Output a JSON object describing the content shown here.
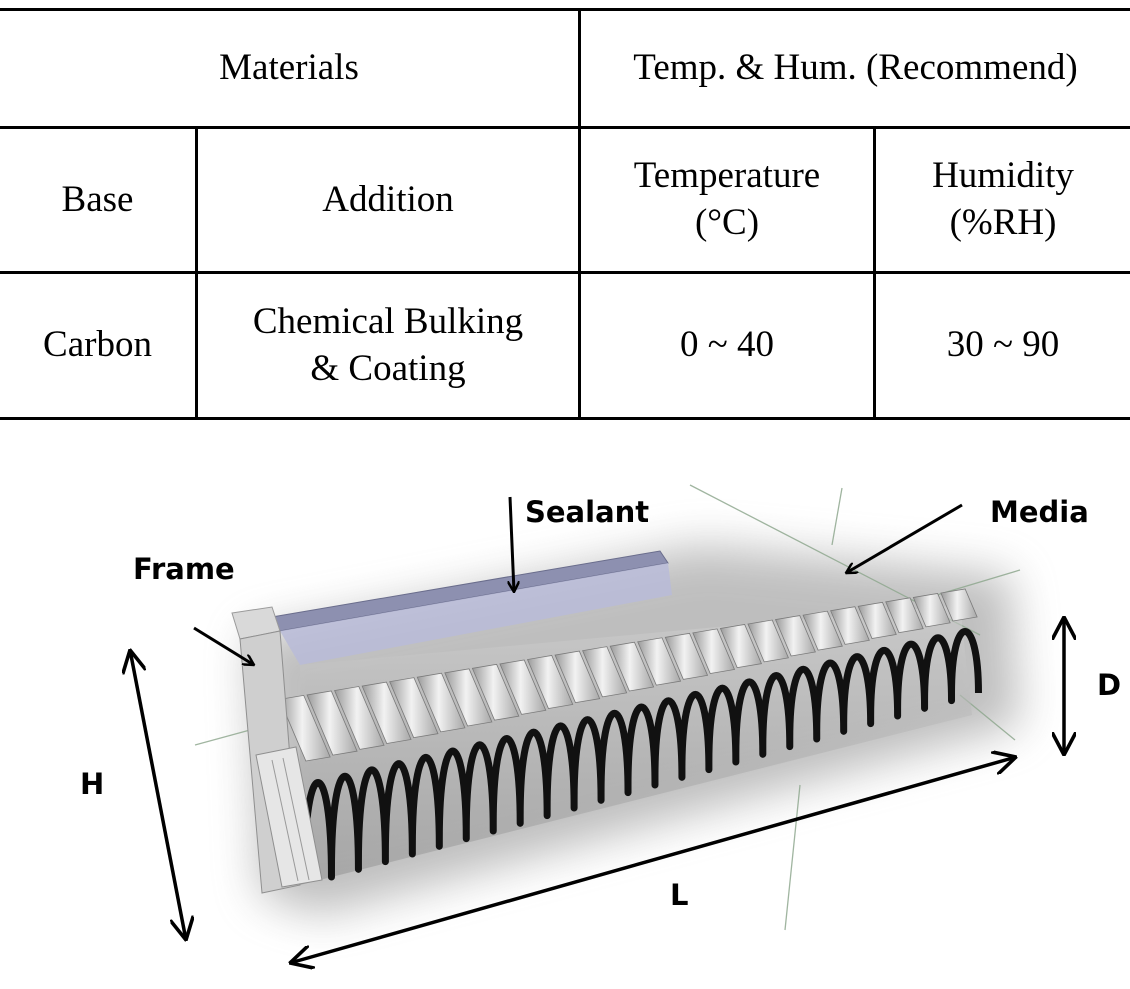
{
  "table": {
    "header": {
      "materials": "Materials",
      "temp_hum": "Temp. & Hum. (Recommend)"
    },
    "subheader": {
      "base": "Base",
      "addition": "Addition",
      "temperature": "Temperature",
      "temperature_unit": "(°C)",
      "humidity": "Humidity",
      "humidity_unit": "(%RH)"
    },
    "rows": [
      {
        "base": "Carbon",
        "addition_line1": "Chemical Bulking",
        "addition_line2": "& Coating",
        "temperature": "0 ~ 40",
        "humidity": "30 ~ 90"
      }
    ]
  },
  "diagram": {
    "labels": {
      "sealant": "Sealant",
      "media": "Media",
      "frame": "Frame",
      "height": "H",
      "depth": "D",
      "length": "L"
    },
    "colors": {
      "frame": "#c8c8c8",
      "sealant": "#8c8fae",
      "media": "#cfcfcf",
      "media_edge": "#111111",
      "guide_lines": "#8fa88f"
    }
  }
}
